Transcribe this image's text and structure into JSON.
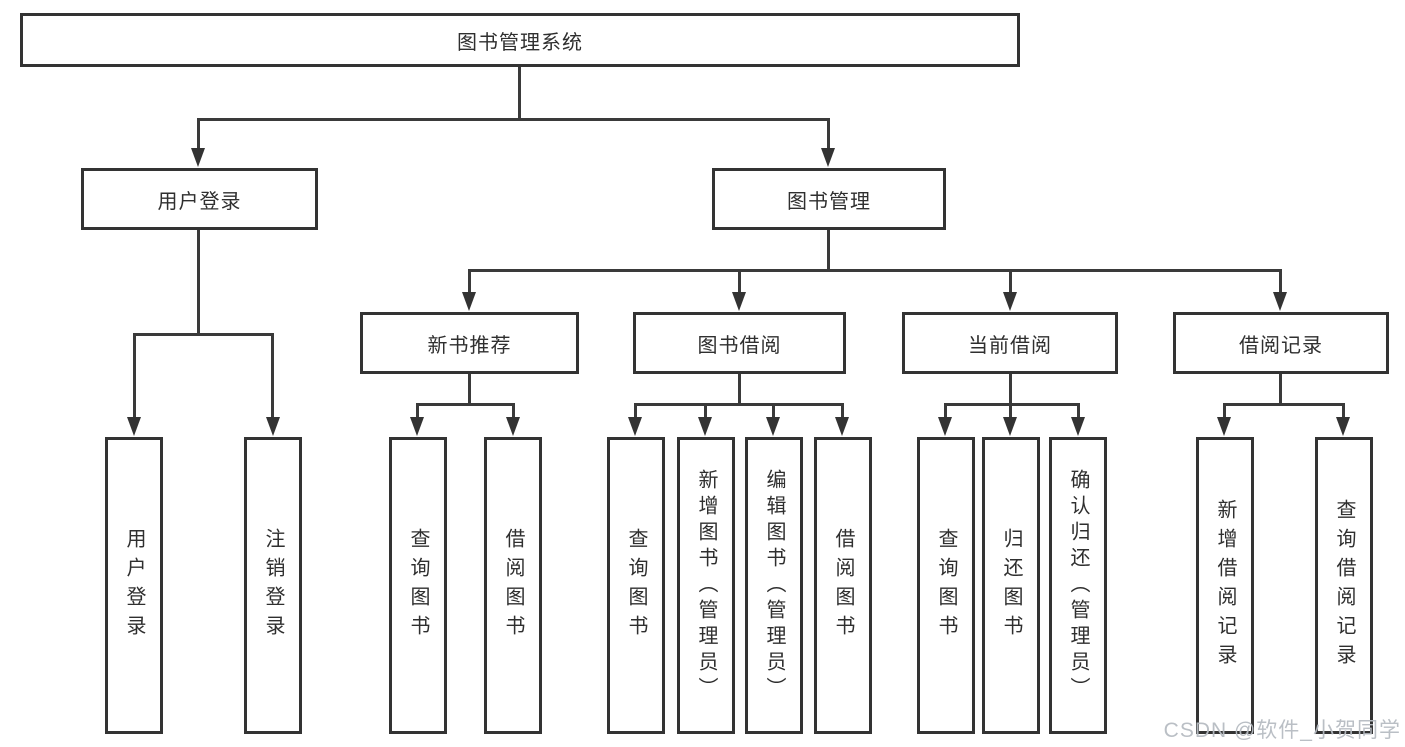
{
  "diagram_type": "hierarchy-tree",
  "colors": {
    "line": "#3a3a3a",
    "box_border": "#333333",
    "box_background": "#ffffff",
    "text": "#2f2f2f",
    "watermark_text_color": "#b6bcc2"
  },
  "tree": {
    "root": {
      "label": "图书管理系统"
    },
    "branches": [
      {
        "label": "用户登录",
        "children": [
          {
            "label": "用户登录"
          },
          {
            "label": "注销登录"
          }
        ]
      },
      {
        "label": "图书管理",
        "children": [
          {
            "label": "新书推荐",
            "children": [
              {
                "label": "查询图书"
              },
              {
                "label": "借阅图书"
              }
            ]
          },
          {
            "label": "图书借阅",
            "children": [
              {
                "label": "查询图书"
              },
              {
                "label": "新增图书（管理员）"
              },
              {
                "label": "编辑图书（管理员）"
              },
              {
                "label": "借阅图书"
              }
            ]
          },
          {
            "label": "当前借阅",
            "children": [
              {
                "label": "查询图书"
              },
              {
                "label": "归还图书"
              },
              {
                "label": "确认归还（管理员）"
              }
            ]
          },
          {
            "label": "借阅记录",
            "children": [
              {
                "label": "新增借阅记录"
              },
              {
                "label": "查询借阅记录"
              }
            ]
          }
        ]
      }
    ]
  },
  "watermark": {
    "text": "CSDN @软件_小贺同学"
  }
}
